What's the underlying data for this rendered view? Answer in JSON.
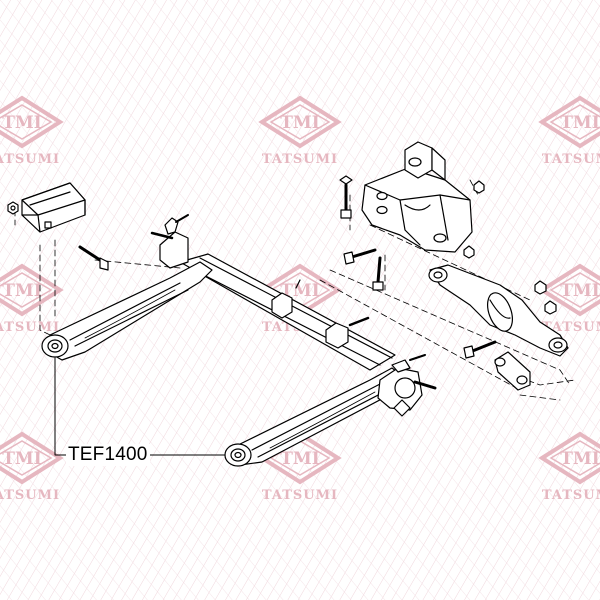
{
  "watermark": {
    "logo_text": "TMI",
    "brand_text": "TATSUMI",
    "color": "#e6b7c0"
  },
  "part_number": "TEF1400",
  "colors": {
    "line": "#000000",
    "background": "#ffffff"
  }
}
